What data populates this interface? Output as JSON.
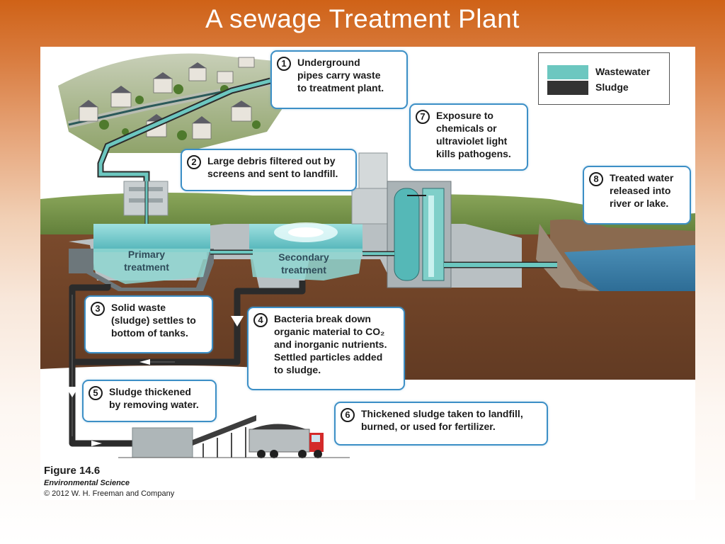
{
  "slide": {
    "title": "A sewage Treatment Plant"
  },
  "legend": {
    "items": [
      {
        "label": "Wastewater",
        "color": "#6cc7c0"
      },
      {
        "label": "Sludge",
        "color": "#333333"
      }
    ]
  },
  "tanks": {
    "primary": "Primary\ntreatment",
    "secondary": "Secondary\ntreatment"
  },
  "steps": [
    {
      "num": "1",
      "text": "Underground\npipes carry waste\nto treatment plant."
    },
    {
      "num": "2",
      "text": "Large debris filtered out by\nscreens and sent to landfill."
    },
    {
      "num": "3",
      "text": "Solid waste\n(sludge) settles to\nbottom of tanks."
    },
    {
      "num": "4",
      "text": "Bacteria break down\norganic material to CO₂\nand inorganic nutrients.\nSettled particles added\nto sludge."
    },
    {
      "num": "5",
      "text": "Sludge thickened\nby removing water."
    },
    {
      "num": "6",
      "text": "Thickened sludge taken to landfill,\nburned, or used for fertilizer."
    },
    {
      "num": "7",
      "text": "Exposure to\nchemicals or\nultraviolet light\nkills pathogens."
    },
    {
      "num": "8",
      "text": "Treated water\nreleased into\nriver or lake."
    }
  ],
  "caption": {
    "figure": "Figure 14.6",
    "book": "Environmental Science",
    "copyright": "© 2012 W. H. Freeman and Company"
  }
}
